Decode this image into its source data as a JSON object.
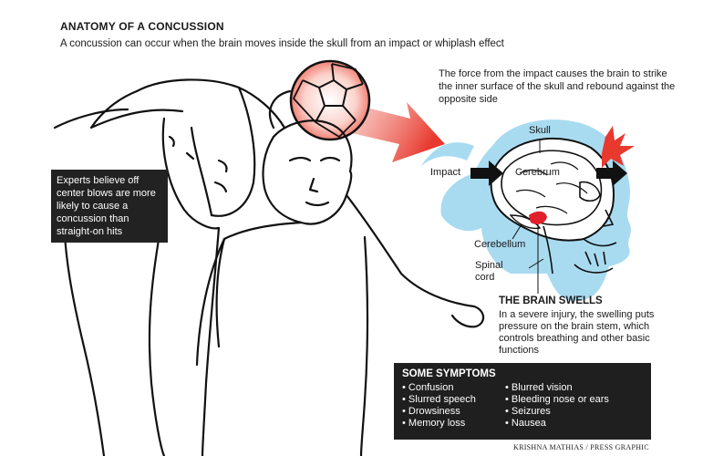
{
  "title": "ANATOMY OF A CONCUSSION",
  "subtitle": "A concussion can occur when the brain moves inside the skull from an impact or whiplash effect",
  "force_text": "The force from the impact causes the brain to strike the inner surface of the skull and rebound against the opposite side",
  "callout": "Experts believe off center blows are more likely to cause a concussion than straight-on hits",
  "labels": {
    "skull": "Skull",
    "impact": "Impact",
    "cerebrum": "Cerebrum",
    "cerebellum": "Cerebellum",
    "spinal_line1": "Spinal",
    "spinal_line2": "cord"
  },
  "brain_swells": {
    "title": "THE BRAIN SWELLS",
    "text": "In a severe injury, the swelling puts pressure on the brain stem, which controls breathing and other basic functions"
  },
  "symptoms": {
    "title": "SOME SYMPTOMS",
    "left": [
      "Confusion",
      "Slurred speech",
      "Drowsiness",
      "Memory loss"
    ],
    "right": [
      "Blurred vision",
      "Bleeding nose or ears",
      "Seizures",
      "Nausea"
    ]
  },
  "credit": "KRISHNA MATHIAS / PRESS GRAPHIC",
  "colors": {
    "head_fill": "#a8dbf0",
    "arrow_red": "#e8392e",
    "swelling_red": "#e0202a",
    "box_dark": "#1f1f1f"
  }
}
